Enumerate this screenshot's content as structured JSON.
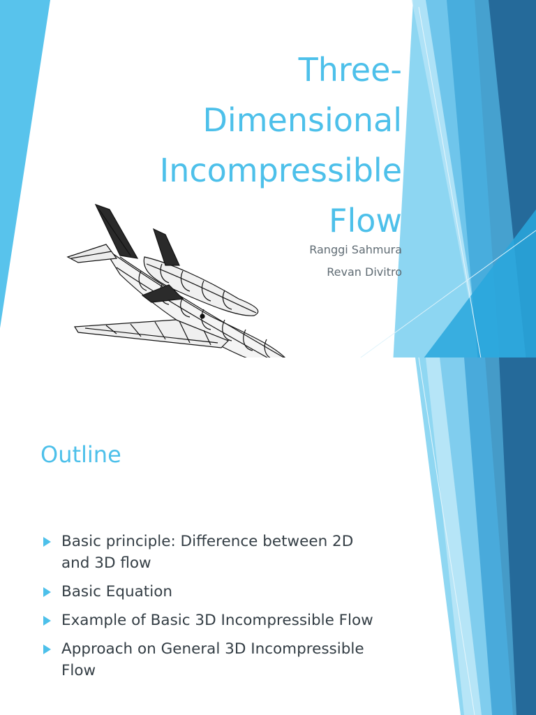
{
  "slide1": {
    "title_lines": [
      "Three-",
      "Dimensional",
      "Incompressible",
      "Flow"
    ],
    "authors": [
      "Ranggi Sahmura",
      "Revan Divitro"
    ],
    "illustration": "airplane-wireframe"
  },
  "slide2": {
    "title": "Outline",
    "bullets": [
      {
        "lines": [
          "Basic principle: Difference between 2D",
          "and 3D flow"
        ]
      },
      {
        "lines": [
          "Basic Equation"
        ]
      },
      {
        "lines": [
          "Example of Basic 3D Incompressible Flow"
        ]
      },
      {
        "lines": [
          "Approach on General 3D Incompressible",
          "Flow"
        ]
      }
    ]
  },
  "colors": {
    "accent": "#4dc0ea",
    "light_blue": "#7fd3f1",
    "mid_blue": "#2b9fd6",
    "dark_blue": "#256a9a",
    "text": "#333d44"
  }
}
